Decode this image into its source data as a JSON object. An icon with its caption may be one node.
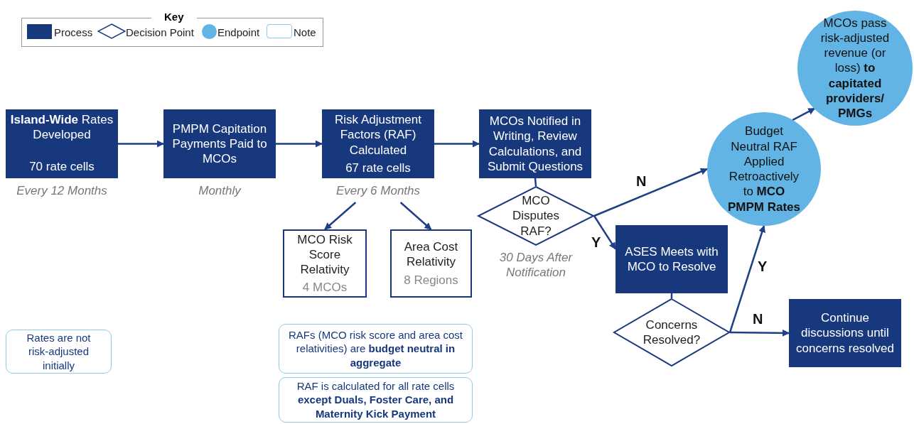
{
  "diagram": {
    "nodes": [
      {
        "text": [
          "**Island-Wide** Rates Developed",
          "70 rate cells"
        ],
        "beside": [
          "Every 12 Months"
        ]
      },
      {
        "text": [
          "PMPM Capitation Payments Paid to MCOs"
        ],
        "beside": [
          "Monthly"
        ]
      },
      {
        "text": [
          "Risk Adjustment Factors (RAF) Calculated",
          "67 rate cells"
        ],
        "beside": [
          "Every 6 Months"
        ]
      },
      {
        "text": [
          "MCOs Notified in Writing, Review Calculations, and Submit Questions"
        ]
      },
      {
        "text": [
          "MCO Risk Score Relativity",
          "4 MCOs"
        ]
      },
      {
        "text": [
          "Area Cost Relativity",
          "8 Regions"
        ]
      },
      {
        "text": [
          "MCO Disputes RAF?"
        ],
        "beside": [
          "30 Days After Notification"
        ]
      },
      {
        "text": [
          "ASES Meets with MCO to Resolve"
        ]
      },
      {
        "text": [
          "Concerns Resolved?"
        ]
      },
      {
        "text": [
          "Budget Neutral RAF Applied Retroactively to **MCO PMPM Rates**"
        ]
      },
      {
        "text": [
          "MCOs pass risk-adjusted revenue (or loss) **to capitated providers/ PMGs**"
        ]
      },
      {
        "text": [
          "Continue discussions until concerns resolved"
        ]
      },
      {
        "text": [
          "Rates are not risk-adjusted initially"
        ]
      },
      {
        "text": [
          "RAFs (MCO risk score and area cost relativities) are **budget neutral in aggregate**"
        ]
      },
      {
        "text": [
          "RAF is calculated for all rate cells **except Duals, Foster Care, and Maternity Kick Payment**"
        ]
      }
    ],
    "edges": [
      {
        "from": 0,
        "to": 1,
        "arrow": "to"
      },
      {
        "from": 1,
        "to": 2,
        "arrow": "to"
      },
      {
        "from": 2,
        "to": 3,
        "arrow": "to"
      },
      {
        "from": 2,
        "to": 4,
        "arrow": "to"
      },
      {
        "from": 2,
        "to": 5,
        "arrow": "to"
      },
      {
        "from": 3,
        "to": 6,
        "arrow": "none"
      },
      {
        "from": 6,
        "to": 9,
        "arrow": "to",
        "label": "N"
      },
      {
        "from": 6,
        "to": 7,
        "arrow": "to",
        "label": "Y"
      },
      {
        "from": 7,
        "to": 8,
        "arrow": "none"
      },
      {
        "from": 8,
        "to": 9,
        "arrow": "to",
        "label": "Y"
      },
      {
        "from": 8,
        "to": 11,
        "arrow": "to",
        "label": "N"
      },
      {
        "from": 9,
        "to": 10,
        "arrow": "to"
      }
    ],
    "labels": [
      "Key"
    ],
    "legend": [
      {
        "text": "Process",
        "color": "#17387d"
      },
      {
        "text": "Decision Point"
      },
      {
        "text": "Endpoint",
        "color": "#62b4e4"
      },
      {
        "text": "Note"
      }
    ]
  }
}
